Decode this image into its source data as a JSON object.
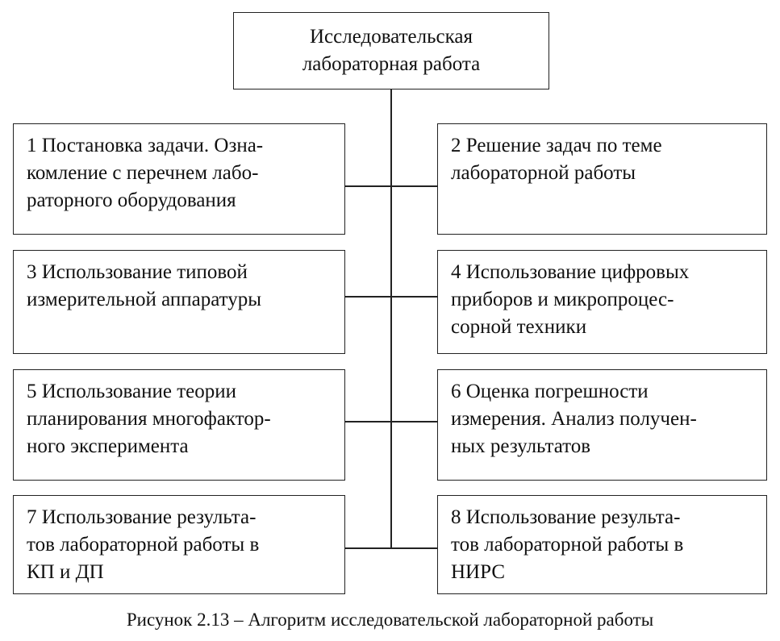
{
  "diagram": {
    "root": {
      "lines": [
        "Исследовательская",
        "лабораторная работа"
      ]
    },
    "steps": [
      {
        "lines": [
          "1  Постановка задачи. Озна-",
          "комление с перечнем лабо-",
          "раторного оборудования"
        ]
      },
      {
        "lines": [
          "2  Решение задач по теме",
          "лабораторной работы"
        ]
      },
      {
        "lines": [
          "3  Использование типовой",
          "измерительной аппаратуры"
        ]
      },
      {
        "lines": [
          "4  Использование цифровых",
          "приборов и микропроцес-",
          "сорной техники"
        ]
      },
      {
        "lines": [
          "5  Использование теории",
          "планирования многофактор-",
          "ного эксперимента"
        ]
      },
      {
        "lines": [
          "6  Оценка погрешности",
          "измерения. Анализ получен-",
          "ных результатов"
        ]
      },
      {
        "lines": [
          "7  Использование результа-",
          "тов лабораторной работы в",
          "КП и ДП"
        ]
      },
      {
        "lines": [
          "8  Использование результа-",
          "тов лабораторной работы в",
          "НИРС"
        ]
      }
    ],
    "caption": "Рисунок 2.13 – Алгоритм исследовательской лабораторной работы"
  }
}
